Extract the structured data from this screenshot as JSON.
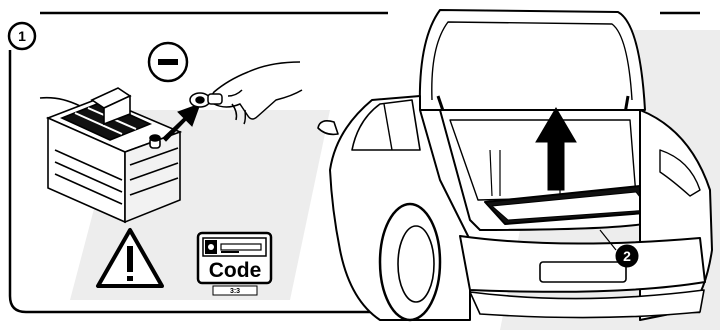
{
  "figure": {
    "step_1_label": "1",
    "step_2_label": "2",
    "code_card": {
      "word": "Code",
      "ratio": "3:3"
    }
  }
}
